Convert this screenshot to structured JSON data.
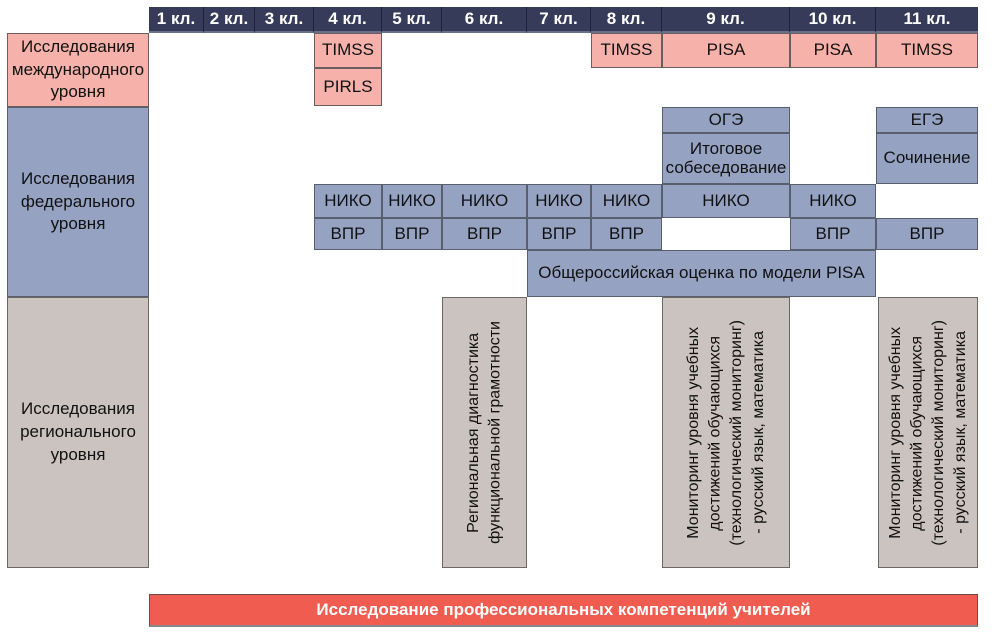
{
  "header": {
    "grades": [
      "1 кл.",
      "2 кл.",
      "3 кл.",
      "4 кл.",
      "5 кл.",
      "6 кл.",
      "7 кл.",
      "8 кл.",
      "9 кл.",
      "10 кл.",
      "11 кл."
    ]
  },
  "levels": {
    "international": {
      "label": "Исследования\nмеждународного\nуровня",
      "color": "#f5b1aa"
    },
    "federal": {
      "label": "Исследования\nфедерального\nуровня",
      "color": "#95a2c2"
    },
    "regional": {
      "label": "Исследования\nрегионального\nуровня",
      "color": "#cbc3bf"
    }
  },
  "international": {
    "grade4": [
      "TIMSS",
      "PIRLS"
    ],
    "grade8": "TIMSS",
    "grade9": "PISA",
    "grade10": "PISA",
    "grade11": "TIMSS"
  },
  "federal": {
    "oge": "ОГЭ",
    "interview": "Итоговое\nсобеседование",
    "ege": "ЕГЭ",
    "essay": "Сочинение",
    "niko": [
      "НИКО",
      "НИКО",
      "НИКО",
      "НИКО",
      "НИКО",
      "НИКО",
      "НИКО"
    ],
    "niko_grades": [
      "4 кл.",
      "5 кл.",
      "6 кл.",
      "7 кл.",
      "8 кл.",
      "9 кл.",
      "10 кл."
    ],
    "vpr": [
      "ВПР",
      "ВПР",
      "ВПР",
      "ВПР",
      "ВПР",
      "ВПР",
      "ВПР"
    ],
    "vpr_grades": [
      "4 кл.",
      "5 кл.",
      "6 кл.",
      "7 кл.",
      "8 кл.",
      "10 кл.",
      "11 кл."
    ],
    "pisa_model": "Общероссийская оценка по модели PISA"
  },
  "regional": {
    "functional_literacy": "Региональная диагностика\nфункциональной грамотности",
    "monitoring_9": "Мониторинг уровня учебных\nдостижений обучающихся\n(технологический мониторинг)\n- русский язык, математика",
    "monitoring_11": "Мониторинг уровня учебных\nдостижений обучающихся\n(технологический мониторинг)\n- русский язык, математика"
  },
  "banner": "Исследование профессиональных компетенций учителей",
  "colors": {
    "header": "#363b5a",
    "international": "#f5b1aa",
    "federal": "#95a2c2",
    "regional": "#cbc3bf",
    "banner": "#f05c50"
  }
}
